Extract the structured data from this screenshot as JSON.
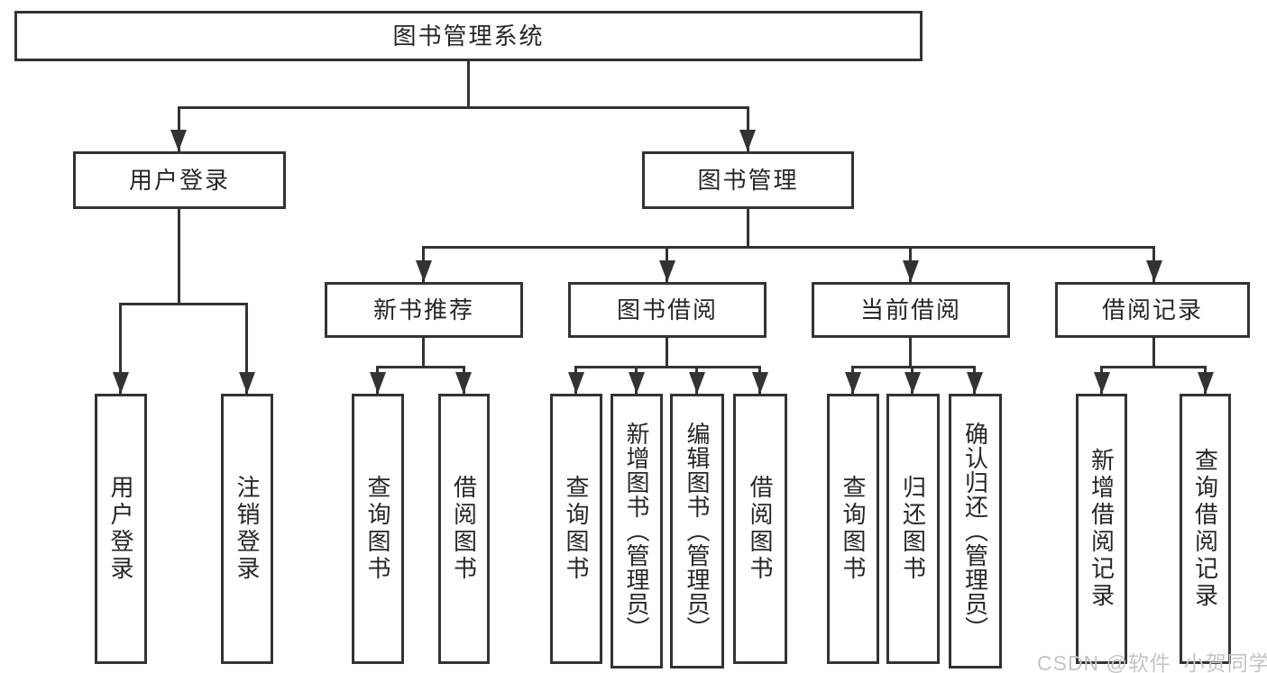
{
  "diagram": {
    "nodes": {
      "root": "图书管理系统",
      "user_login": "用户登录",
      "book_mgmt": "图书管理",
      "new_book_rec": "新书推荐",
      "book_borrow": "图书借阅",
      "current_borrow": "当前借阅",
      "borrow_records": "借阅记录",
      "leaf_user_login": "用户登录",
      "leaf_logout": "注销登录",
      "leaf_nb_query_books": "查询图书",
      "leaf_nb_borrow_books": "借阅图书",
      "leaf_bb_query_books": "查询图书",
      "leaf_bb_add_books": "新增图书（管理员）",
      "leaf_bb_edit_books": "编辑图书（管理员）",
      "leaf_bb_borrow_books": "借阅图书",
      "leaf_cb_query_books": "查询图书",
      "leaf_cb_return_books": "归还图书",
      "leaf_cb_confirm_return": "确认归还（管理员）",
      "leaf_br_add_record": "新增借阅记录",
      "leaf_br_query_record": "查询借阅记录"
    },
    "colors": {
      "line": "#333333",
      "text": "#262626",
      "background": "#ffffff",
      "watermark": "#c4c4c4"
    }
  },
  "watermark": {
    "text": "CSDN @软件_小贺同学"
  }
}
